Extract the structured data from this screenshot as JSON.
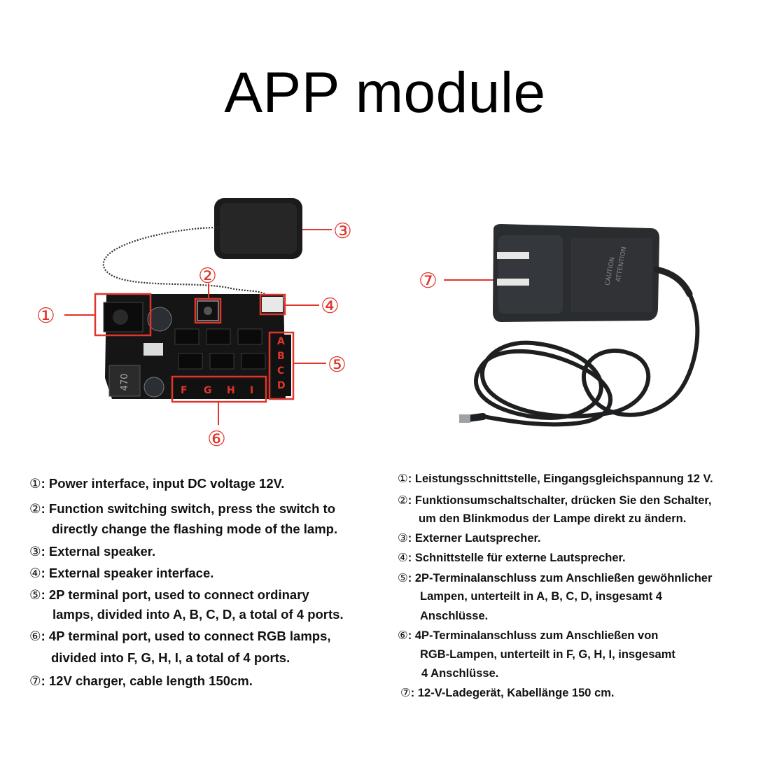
{
  "title": "APP module",
  "callouts": {
    "c1": "①",
    "c2": "②",
    "c3": "③",
    "c4": "④",
    "c5": "⑤",
    "c6": "⑥",
    "c7": "⑦"
  },
  "board": {
    "inductor_label": "470",
    "port_letters_vertical": [
      "A",
      "B",
      "C",
      "D"
    ],
    "port_letters_horizontal": [
      "F",
      "G",
      "H",
      "I"
    ]
  },
  "charger": {
    "label_caution": "CAUTION",
    "label_attention": "ATTENTION"
  },
  "english_notes": [
    {
      "marker": "①",
      "text": ": Power interface, input DC voltage 12V."
    },
    {
      "marker": "②",
      "text": ": Function switching switch, press the switch to"
    },
    {
      "marker": "",
      "text": "directly change the flashing mode of the lamp."
    },
    {
      "marker": "③",
      "text": ": External speaker."
    },
    {
      "marker": "④",
      "text": ": External speaker interface."
    },
    {
      "marker": "⑤",
      "text": ": 2P terminal port, used to connect ordinary"
    },
    {
      "marker": "",
      "text": "lamps, divided into A, B, C, D, a total of 4 ports."
    },
    {
      "marker": "⑥",
      "text": ": 4P terminal port, used to connect RGB lamps,"
    },
    {
      "marker": "",
      "text": "divided into F, G, H, I, a total of 4 ports."
    },
    {
      "marker": "⑦",
      "text": ": 12V charger, cable length 150cm."
    }
  ],
  "german_notes": [
    {
      "marker": "①",
      "text": ": Leistungsschnittstelle, Eingangsgleichspannung 12 V."
    },
    {
      "marker": "②",
      "text": ": Funktionsumschaltschalter, drücken Sie den Schalter,"
    },
    {
      "marker": "",
      "text": "um den Blinkmodus der Lampe direkt zu ändern."
    },
    {
      "marker": "③",
      "text": ": Externer Lautsprecher."
    },
    {
      "marker": "④",
      "text": ": Schnittstelle für externe Lautsprecher."
    },
    {
      "marker": "⑤",
      "text": ": 2P-Terminalanschluss zum Anschließen gewöhnlicher"
    },
    {
      "marker": "",
      "text": "Lampen, unterteilt in A, B, C, D, insgesamt 4"
    },
    {
      "marker": "",
      "text": "Anschlüsse."
    },
    {
      "marker": "⑥",
      "text": ": 4P-Terminalanschluss zum Anschließen von"
    },
    {
      "marker": "",
      "text": "RGB-Lampen, unterteilt in F, G, H, I, insgesamt"
    },
    {
      "marker": "",
      "text": "4 Anschlüsse."
    },
    {
      "marker": "⑦",
      "text": ": 12-V-Ladegerät, Kabellänge 150 cm."
    }
  ]
}
